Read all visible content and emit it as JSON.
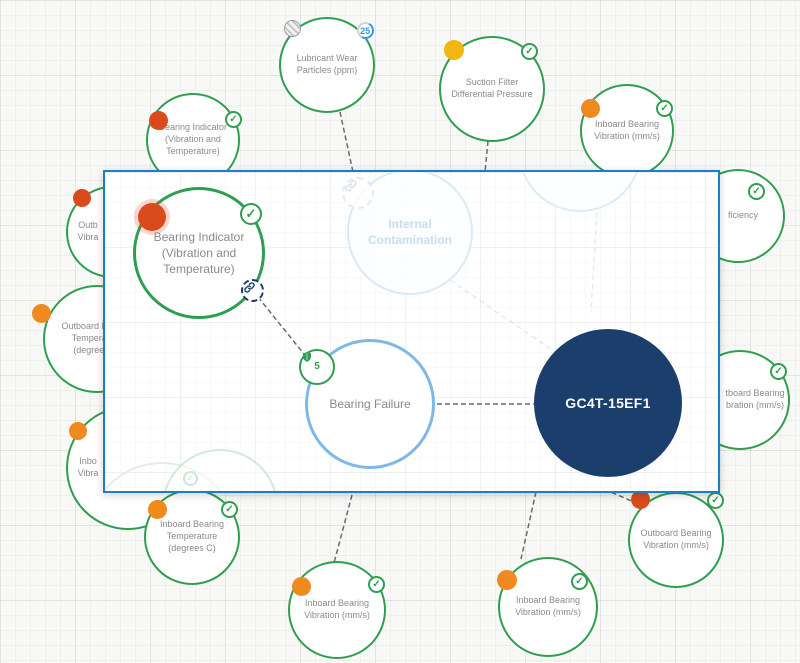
{
  "colors": {
    "node_border_green": "#2f9e50",
    "status_orange": "#ee8a1e",
    "status_red_orange": "#da4a1d",
    "status_yellow": "#f2b60e",
    "count_badge_blue": "#2e97ef",
    "panel_border_blue": "#1d7ec7",
    "failure_border_light_blue": "#7fb8e6",
    "asset_navy": "#1b3e6d",
    "label_gray": "#8a8a8a"
  },
  "icons": {
    "check": "✓",
    "link": "link-icon",
    "shield": "shield-icon"
  },
  "outer_nodes": [
    {
      "id": "lubricant-wear-particles",
      "label": "Lubricant Wear\nParticles (ppm)",
      "count_badge": "25"
    },
    {
      "id": "suction-filter-differential-pressure",
      "label": "Suction Filter\nDifferential Pressure",
      "dot_color": "#f2b60e"
    },
    {
      "id": "inboard-bearing-vibration-top",
      "label": "Inboard Bearing\nVibration (mm/s)",
      "dot_color": "#ee8a1e"
    },
    {
      "id": "efficiency-partial",
      "label": "ficiency"
    },
    {
      "id": "bearing-indicator-small",
      "label": "Bearing Indicator\n(Vibration and\nTemperature)",
      "dot_color": "#da4a1d"
    },
    {
      "id": "outboard-vibration-partial",
      "label": "Outb\nVibra",
      "dot_color": "#da4a1d"
    },
    {
      "id": "outboard-bearing-temperature",
      "label": "Outboard Bearing\nTemperature\n(degrees C)",
      "dot_color": "#ee8a1e"
    },
    {
      "id": "inboard-vibration-partial",
      "label": "Inbo\nVibra",
      "dot_color": "#ee8a1e"
    },
    {
      "id": "inboard-bearing-temperature",
      "label": "Inboard Bearing\nTemperature\n(degrees C)",
      "dot_color": "#ee8a1e"
    },
    {
      "id": "inboard-bearing-vibration-1",
      "label": "Inboard Bearing\nVibration (mm/s)",
      "dot_color": "#ee8a1e"
    },
    {
      "id": "inboard-bearing-vibration-2",
      "label": "Inboard Bearing\nVibration (mm/s)",
      "dot_color": "#ee8a1e"
    },
    {
      "id": "outboard-bearing-vibration-bottom",
      "label": "Outboard Bearing\nVibration (mm/s)",
      "dot_color": "#da4a1d"
    },
    {
      "id": "outboard-bearing-vibration-right",
      "label": "tboard Bearing\nbration (mm/s)"
    }
  ],
  "overlay": {
    "focus_node": {
      "label": "Bearing Indicator\n(Vibration and\nTemperature)",
      "dot_color": "#da4a1d"
    },
    "shield_badge": {
      "value": "5"
    },
    "failure_node": {
      "label": "Bearing Failure"
    },
    "asset_node": {
      "label": "GC4T-15EF1"
    },
    "faint_node": {
      "label": "Internal\nContamination"
    }
  }
}
